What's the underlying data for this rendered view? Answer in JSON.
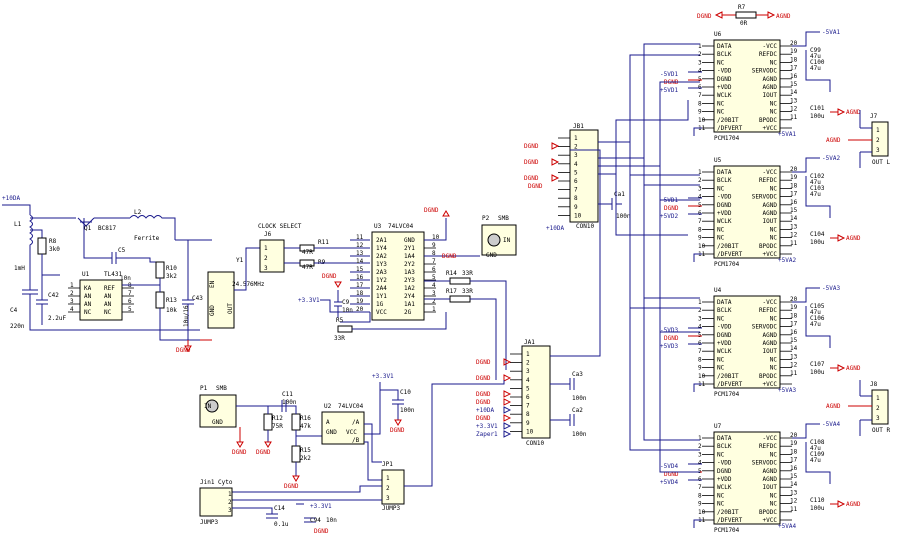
{
  "gnd_symbols": {
    "dgnd": "DGND",
    "agnd": "AGND"
  },
  "top": {
    "r7": {
      "ref": "R7",
      "val": "0R"
    },
    "dgnd": "DGND",
    "agnd": "AGND"
  },
  "dac_chip": {
    "pins_left": [
      "DATA",
      "BCLK",
      "NC",
      "-VDD",
      "DGND",
      "+VDD",
      "WCLK",
      "NC",
      "NC",
      "/20BIT",
      "/DFVERT"
    ],
    "pins_right": [
      "-VCC",
      "REFDC",
      "NC",
      "SERVODC",
      "AGND",
      "AGND",
      "IOUT",
      "NC",
      "NC",
      "BPODC",
      "+VCC"
    ],
    "pin_nums_left": [
      "1",
      "2",
      "3",
      "4",
      "5",
      "6",
      "7",
      "8",
      "9",
      "10",
      "11"
    ],
    "pin_nums_right": [
      "20",
      "19",
      "18",
      "17",
      "16",
      "15",
      "14",
      "13",
      "12",
      "11"
    ],
    "part": "PCM1704"
  },
  "dacs": [
    {
      "ref": "U6",
      "vcc_neg": "-5VA1",
      "vcc_pos": "+5VA1",
      "vdd_neg": "-5VD1",
      "vdd_pos": "+5VD1",
      "caps": [
        {
          "ref": "C99",
          "val": "47u"
        },
        {
          "ref": "C100",
          "val": "47u"
        }
      ],
      "cap_out": {
        "ref": "C101",
        "val": "100u"
      },
      "net": "DGND"
    },
    {
      "ref": "U5",
      "vcc_neg": "-5VA2",
      "vcc_pos": "+5VA2",
      "vdd_neg": "-5VD1",
      "vdd_pos": "+5VD2",
      "caps": [
        {
          "ref": "C102",
          "val": "47u"
        },
        {
          "ref": "C103",
          "val": "47u"
        }
      ],
      "cap_out": {
        "ref": "C104",
        "val": "100u"
      },
      "net": "DGND"
    },
    {
      "ref": "U4",
      "vcc_neg": "-5VA3",
      "vcc_pos": "+5VA3",
      "vdd_neg": "-5VD3",
      "vdd_pos": "+5VD3",
      "caps": [
        {
          "ref": "C105",
          "val": "47u"
        },
        {
          "ref": "C106",
          "val": "47u"
        }
      ],
      "cap_out": {
        "ref": "C107",
        "val": "100u"
      },
      "net": "DGND"
    },
    {
      "ref": "U7",
      "vcc_neg": "-5VA4",
      "vcc_pos": "+5VA4",
      "vdd_neg": "-5VD4",
      "vdd_pos": "+5VD4",
      "caps": [
        {
          "ref": "C108",
          "val": "47u"
        },
        {
          "ref": "C109",
          "val": "47u"
        }
      ],
      "cap_out": {
        "ref": "C110",
        "val": "100u"
      },
      "net": "DGND"
    }
  ],
  "outputs": {
    "j7": {
      "ref": "J7",
      "name": "OUT L"
    },
    "j8": {
      "ref": "J8",
      "name": "OUT R"
    }
  },
  "jb1": {
    "ref": "JB1",
    "name": "CON10",
    "pins": [
      "1",
      "2",
      "3",
      "4",
      "5",
      "6",
      "7",
      "8",
      "9",
      "10"
    ],
    "supply": "+10DA",
    "cap": {
      "ref": "Ca1",
      "val": "100n"
    }
  },
  "ja1": {
    "ref": "JA1",
    "name": "CON10",
    "pins": [
      "1",
      "2",
      "3",
      "4",
      "5",
      "6",
      "7",
      "8",
      "9",
      "10"
    ],
    "labels": [
      "DGND",
      "DGND",
      "DGND",
      "DGND",
      "+10DA",
      "DGND",
      "+3.3V1",
      "Zaper1"
    ],
    "caps": [
      {
        "ref": "Ca3",
        "val": "100n"
      },
      {
        "ref": "Ca2",
        "val": "100n"
      }
    ]
  },
  "power": {
    "supply": "+10DA",
    "l1": {
      "ref": "L1",
      "val": "1mH"
    },
    "r8": {
      "ref": "R8",
      "val": "3k0"
    },
    "q1": {
      "ref": "Q1",
      "val": "BC817"
    },
    "l2": {
      "ref": "L2",
      "val": "Ferrite"
    },
    "c5": {
      "ref": "C5",
      "val": "10n"
    },
    "u1": {
      "ref": "U1",
      "val": "TL431",
      "pins": [
        "KA",
        "REF",
        "AN",
        "AN",
        "AN",
        "AN",
        "NC",
        "NC"
      ]
    },
    "c4": {
      "ref": "C4",
      "val": "220n"
    },
    "c42": {
      "ref": "C42",
      "val": "2.2uF"
    },
    "r10": {
      "ref": "R10",
      "val": "3k2"
    },
    "r13": {
      "ref": "R13",
      "val": "10k"
    },
    "c43": {
      "ref": "C43",
      "val": "10u/16"
    },
    "y1": {
      "ref": "Y1",
      "val": "24.576MHz",
      "pins": [
        "EN",
        "GND",
        "OUT"
      ]
    },
    "dgnd": "DGND"
  },
  "clock": {
    "j6": {
      "ref": "J6",
      "name": "CLOCK SELECT"
    },
    "r11": {
      "ref": "R11",
      "val": "47R"
    },
    "r9": {
      "ref": "R9",
      "val": "47R"
    },
    "r5": {
      "ref": "R5",
      "val": "33R"
    },
    "c9": {
      "ref": "C9",
      "val": "10n"
    },
    "supply": "+3.3V1",
    "u3": {
      "ref": "U3",
      "val": "74LVC04"
    },
    "u3_left": [
      "2A1",
      "1Y4",
      "2A2",
      "1Y3",
      "2A3",
      "1Y2",
      "2A4",
      "1Y1",
      "1G",
      "VCC"
    ],
    "u3_right": [
      "GND",
      "2Y1",
      "1A4",
      "2Y2",
      "1A3",
      "2Y3",
      "1A2",
      "2Y4",
      "1A1",
      "2G"
    ],
    "u3_nleft": [
      "11",
      "12",
      "13",
      "14",
      "15",
      "16",
      "17",
      "18",
      "19",
      "20"
    ],
    "u3_nright": [
      "10",
      "9",
      "8",
      "7",
      "6",
      "5",
      "4",
      "3",
      "2",
      "1"
    ],
    "dgnd": "DGND",
    "p2": {
      "ref": "P2",
      "val": "SMB",
      "in": "IN",
      "gnd": "GND"
    },
    "r14": {
      "ref": "R14",
      "val": "33R"
    },
    "r17": {
      "ref": "R17",
      "val": "33R"
    }
  },
  "input": {
    "p1": {
      "ref": "P1",
      "val": "SMB",
      "in": "IN",
      "gnd": "GND"
    },
    "c11": {
      "ref": "C11",
      "val": "100n"
    },
    "r12": {
      "ref": "R12",
      "val": "75R"
    },
    "r16": {
      "ref": "R16",
      "val": "47k"
    },
    "r15": {
      "ref": "R15",
      "val": "2k2"
    },
    "u2": {
      "ref": "U2",
      "val": "74LVC04",
      "pins": [
        "A",
        "GND",
        "/A",
        "VCC",
        "/B"
      ]
    },
    "c10": {
      "ref": "C10",
      "val": "100n"
    },
    "supply": "+3.3V1",
    "dgnd": "DGND",
    "jp1": {
      "ref": "JP1",
      "name": "JUMP3"
    },
    "jin1": {
      "ref": "Jin1 Cyto",
      "name": "JUMP3"
    },
    "c14": {
      "ref": "C14",
      "val": "0.1u"
    },
    "c94": {
      "ref": "C94",
      "val": "10n"
    }
  }
}
